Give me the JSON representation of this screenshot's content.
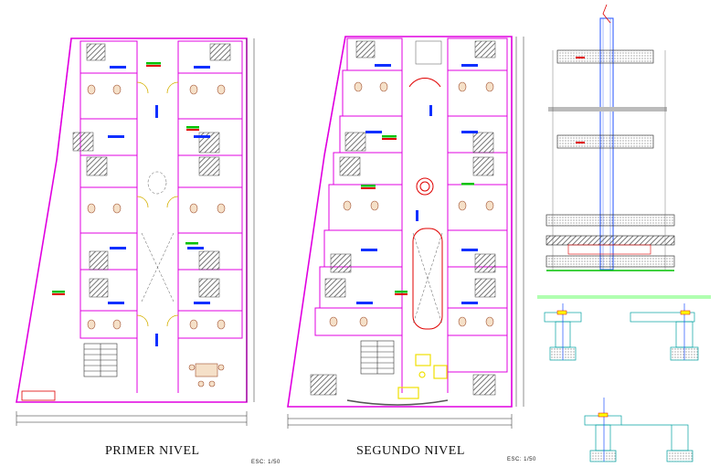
{
  "titles": {
    "first_level": "PRIMER NIVEL",
    "second_level": "SEGUNDO NIVEL"
  },
  "scales": {
    "plans": "ESC: 1/50",
    "details": "ESC: 1/50"
  },
  "colors": {
    "wall": "#e000e0",
    "hatch": "#444444",
    "dimension": "#222222",
    "room_label": "#1030ff",
    "tag_green": "#00c000",
    "tag_red": "#e00000",
    "detail_rebar": "#2050ff",
    "furniture_yellow": "#f0e000"
  }
}
